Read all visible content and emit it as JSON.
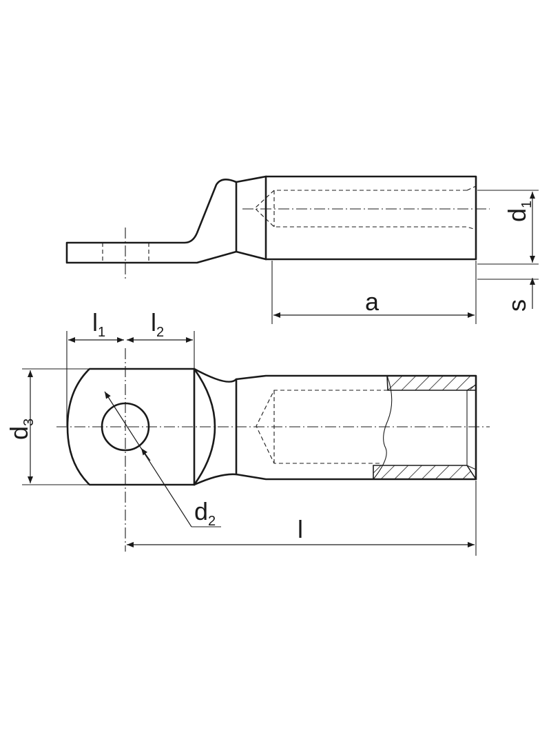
{
  "labels": {
    "l1": {
      "main": "l",
      "sub": "1"
    },
    "l2": {
      "main": "l",
      "sub": "2"
    },
    "d1": {
      "main": "d",
      "sub": "1"
    },
    "d2": {
      "main": "d",
      "sub": "2"
    },
    "d3": {
      "main": "d",
      "sub": "3"
    },
    "a": {
      "main": "a"
    },
    "s": {
      "main": "s"
    },
    "l": {
      "main": "l"
    }
  },
  "colors": {
    "ink": "#1a1a1a",
    "paper": "#ffffff"
  }
}
